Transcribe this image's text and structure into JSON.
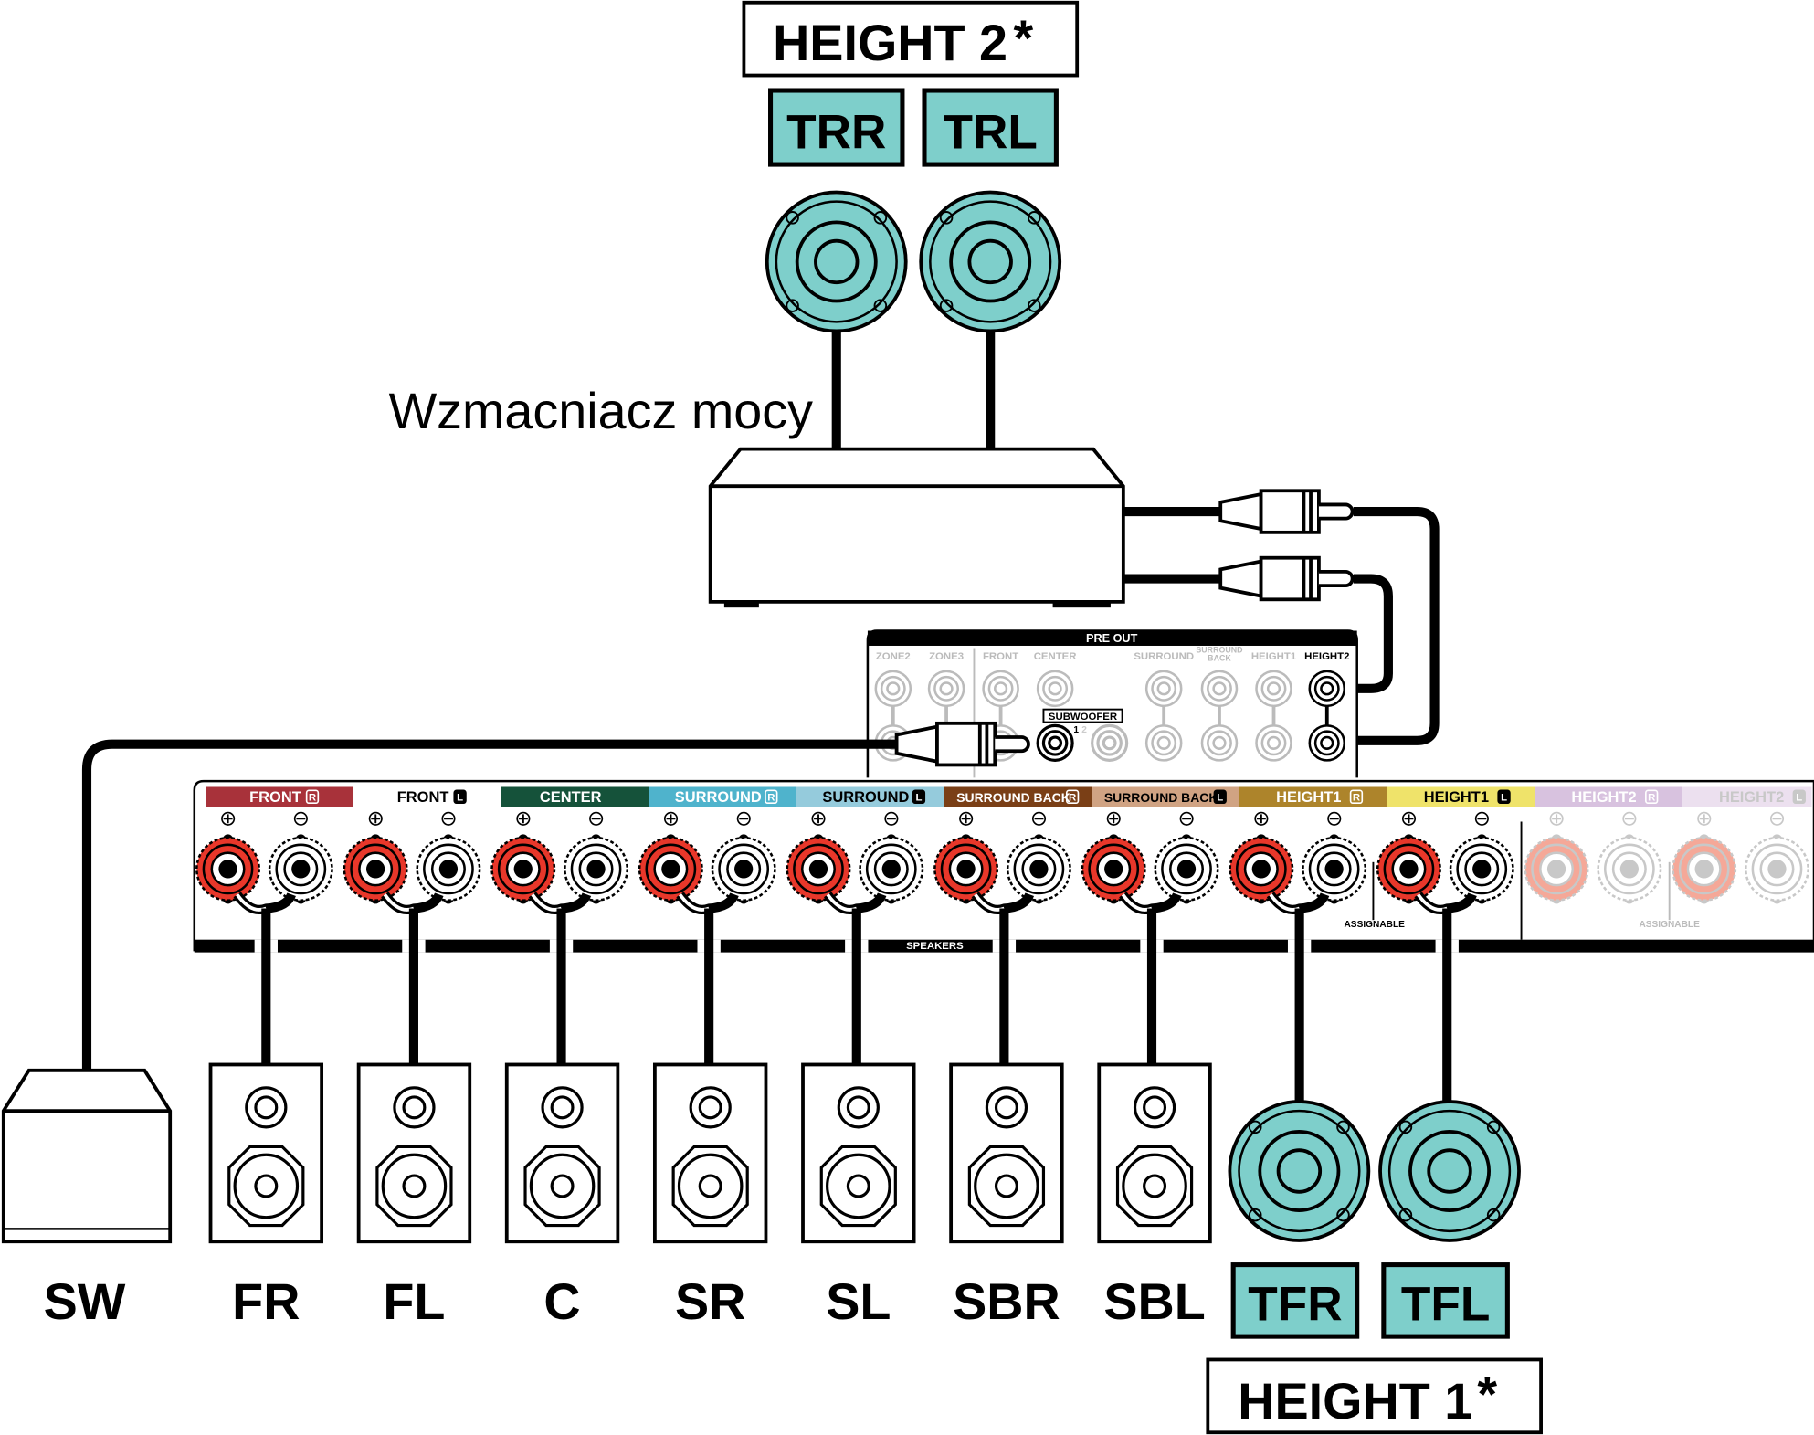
{
  "colors": {
    "teal": "#7ecfcb",
    "red": "#e8372a",
    "faded_red": "#f5a898",
    "faded_gray": "#c8c8c8"
  },
  "top": {
    "group_label": "HEIGHT 2",
    "asterisk": "*",
    "speakers": [
      "TRR",
      "TRL"
    ]
  },
  "amp_label": "Wzmacniacz mocy",
  "preout": {
    "title": "PRE OUT",
    "columns": [
      "ZONE2",
      "ZONE3",
      "FRONT",
      "CENTER",
      "SURROUND",
      "SURROUND BACK",
      "HEIGHT1",
      "HEIGHT2"
    ],
    "subwoofer_label": "SUBWOOFER",
    "subwoofer_numbers": [
      "1",
      "2"
    ]
  },
  "speaker_panel": {
    "plus": "⊕",
    "minus": "⊖",
    "channels": [
      {
        "label": "FRONT",
        "side": "R",
        "bg": "#a8323a",
        "fg": "#ffffff",
        "active": true
      },
      {
        "label": "FRONT",
        "side": "L",
        "bg": "#ffffff",
        "fg": "#000000",
        "active": true
      },
      {
        "label": "CENTER",
        "side": "",
        "bg": "#15523a",
        "fg": "#ffffff",
        "active": true
      },
      {
        "label": "SURROUND",
        "side": "R",
        "bg": "#4fb3cc",
        "fg": "#ffffff",
        "active": true
      },
      {
        "label": "SURROUND",
        "side": "L",
        "bg": "#95cbdc",
        "fg": "#000000",
        "active": true
      },
      {
        "label": "SURROUND BACK",
        "side": "R",
        "bg": "#7a3f16",
        "fg": "#ffffff",
        "active": true
      },
      {
        "label": "SURROUND BACK",
        "side": "L",
        "bg": "#d0a383",
        "fg": "#000000",
        "active": true
      },
      {
        "label": "HEIGHT1",
        "side": "R",
        "bg": "#ad842b",
        "fg": "#ffffff",
        "active": true
      },
      {
        "label": "HEIGHT1",
        "side": "L",
        "bg": "#efe36a",
        "fg": "#000000",
        "active": true
      },
      {
        "label": "HEIGHT2",
        "side": "R",
        "bg": "#d8c2df",
        "fg": "#ffffff",
        "active": false
      },
      {
        "label": "HEIGHT2",
        "side": "L",
        "bg": "#ece0ef",
        "fg": "#c8c8c8",
        "active": false
      }
    ],
    "assignable_label": "ASSIGNABLE",
    "speakers_label": "SPEAKERS"
  },
  "bottom": {
    "subwoofer": "SW",
    "floor_speakers": [
      "FR",
      "FL",
      "C",
      "SR",
      "SL",
      "SBR",
      "SBL"
    ],
    "height_speakers": [
      "TFR",
      "TFL"
    ],
    "group_label": "HEIGHT 1",
    "asterisk": "*"
  }
}
